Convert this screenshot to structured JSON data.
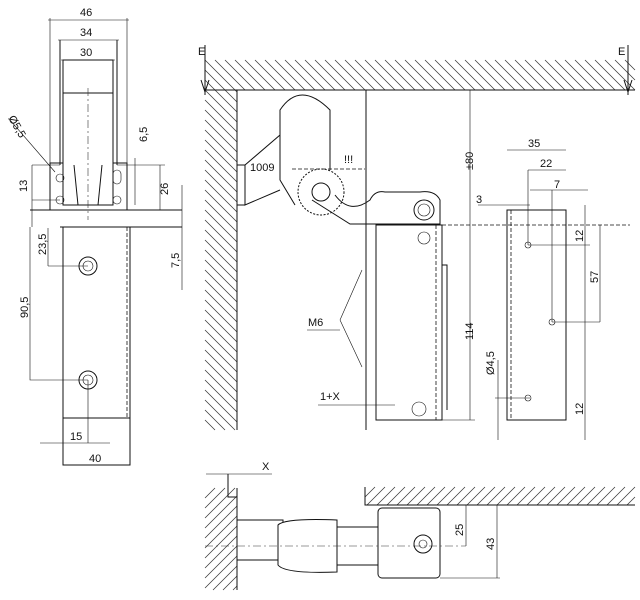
{
  "title": "Door closer hinge technical drawing",
  "front_view": {
    "dims": {
      "w46": "46",
      "w34": "34",
      "w30": "30",
      "dia55": "Ø5,5",
      "d65": "6,5",
      "d13": "13",
      "d26": "26",
      "d75": "7,5",
      "d235": "23,5",
      "d905": "90,5",
      "d15": "15",
      "d40": "40"
    }
  },
  "side_view": {
    "section_left": "E",
    "section_right": "E",
    "model": "1009",
    "mark": "!!!",
    "dims": {
      "pm80": "±80",
      "d114": "114",
      "d35": "35",
      "d22": "22",
      "d7": "7",
      "d3": "3",
      "d12a": "12",
      "d57": "57",
      "thread": "M6",
      "dia45": "Ø4,5",
      "d12b": "12",
      "gap": "1+X"
    }
  },
  "top_view": {
    "dims": {
      "x": "X",
      "d25": "25",
      "d43": "43"
    }
  }
}
